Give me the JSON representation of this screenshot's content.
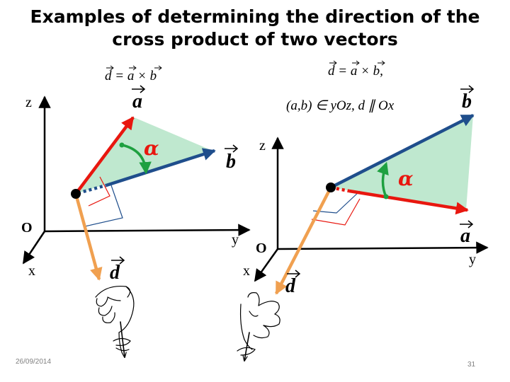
{
  "slide": {
    "title_line1": "Examples of determining the direction of the",
    "title_line2": "cross product of two vectors",
    "date": "26/09/2014",
    "page_number": "31"
  },
  "left_figure": {
    "formula": "d = a × b",
    "axis_z": "z",
    "axis_y": "y",
    "axis_x": "x",
    "origin": "O",
    "vector_a": "a",
    "vector_b": "b",
    "vector_d": "d",
    "angle": "α"
  },
  "right_figure": {
    "formula_line1": "d = a × b,",
    "formula_line2": "(a,b) ∈ yOz,  d ∥ Ox",
    "axis_z": "z",
    "axis_y": "y",
    "axis_x": "x",
    "origin": "O",
    "vector_a": "a",
    "vector_b": "b",
    "vector_d": "d",
    "angle": "α"
  },
  "colors": {
    "vector_a": "#e8170f",
    "vector_b": "#1f4e8c",
    "vector_d": "#f0a050",
    "plane_fill": "#bfe8cf",
    "angle_arrow": "#1ea040"
  }
}
